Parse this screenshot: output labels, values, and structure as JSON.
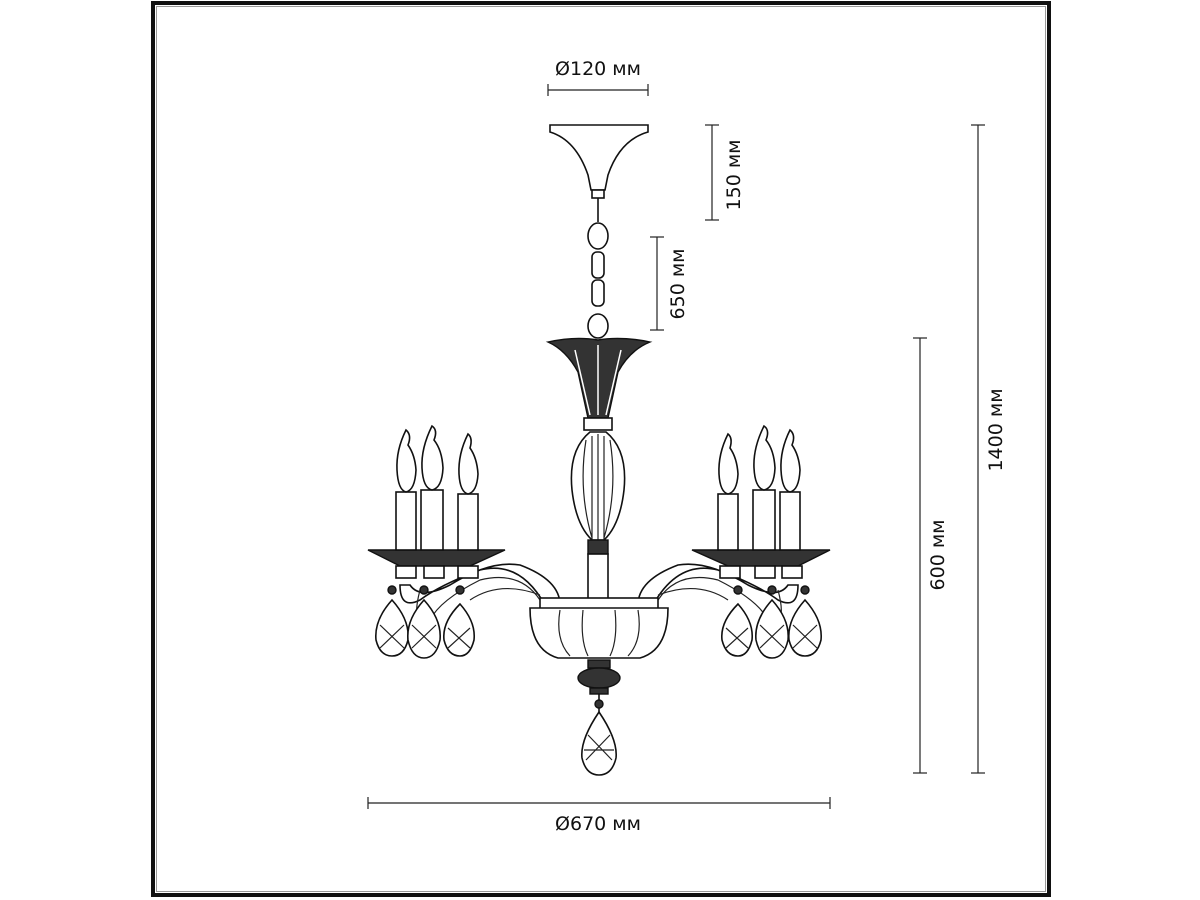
{
  "drawing": {
    "title": "Chandelier dimension drawing",
    "dimensions": {
      "canopy_diameter": "Ø120 мм",
      "canopy_height": "150 мм",
      "chain_length": "650 мм",
      "body_height": "600 мм",
      "max_height": "1400 мм",
      "diameter": "Ø670 мм"
    },
    "lamp_count": 6
  }
}
